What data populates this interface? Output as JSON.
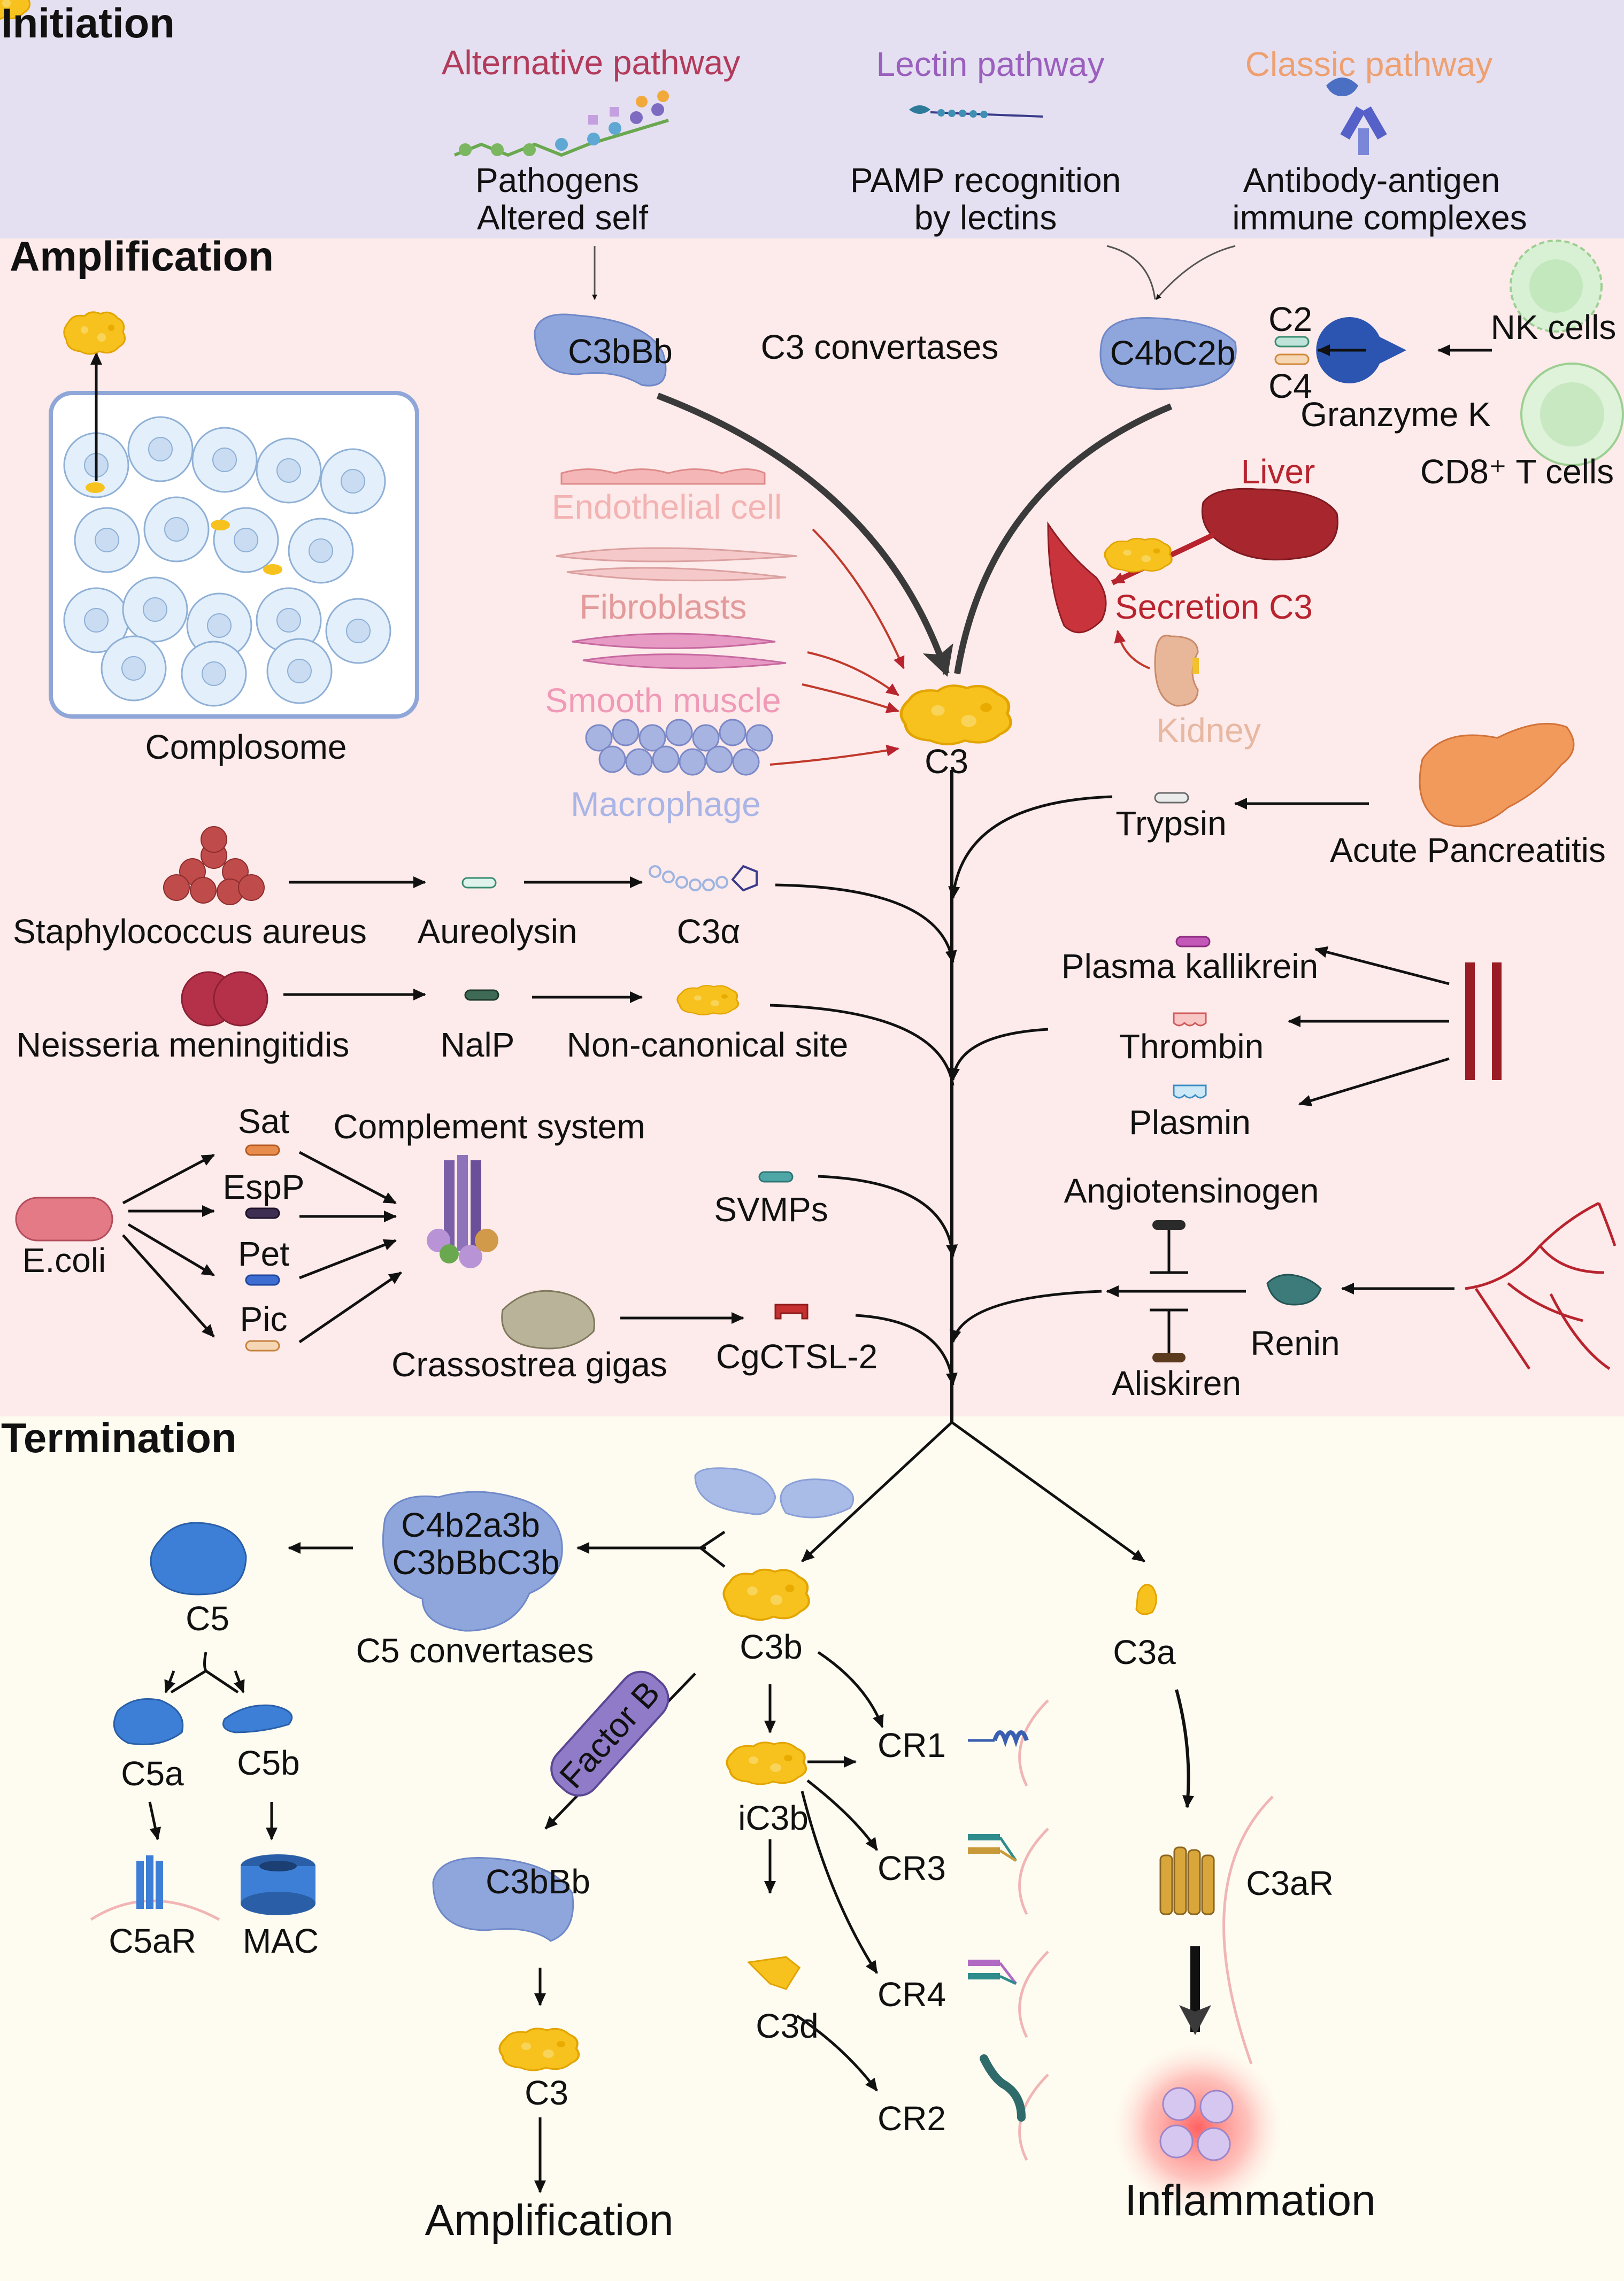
{
  "sections": {
    "initiation": "Initiation",
    "amplification": "Amplification",
    "termination": "Termination"
  },
  "pathways": {
    "alternative": {
      "title": "Alternative pathway",
      "line1": "Pathogens",
      "line2": "Altered self"
    },
    "lectin": {
      "title": "Lectin pathway",
      "line1": "PAMP recognition",
      "line2": "by lectins"
    },
    "classic": {
      "title": "Classic pathway",
      "line1": "Antibody-antigen",
      "line2": "immune complexes"
    }
  },
  "amplification": {
    "c3bbb": "C3bBb",
    "c3_convertases": "C3 convertases",
    "c4bc2b": "C4bC2b",
    "c2": "C2",
    "c4": "C4",
    "nk_cells": "NK cells",
    "granzyme_k": "Granzyme K",
    "cd8_t_cells": "CD8⁺ T cells",
    "complosome": "Complosome",
    "endothelial": "Endothelial cell",
    "fibroblasts": "Fibroblasts",
    "smooth_muscle": "Smooth muscle",
    "macrophage": "Macrophage",
    "liver": "Liver",
    "secretion_c3": "Secretion C3",
    "kidney": "Kidney",
    "c3": "C3",
    "trypsin": "Trypsin",
    "acute_pancreatitis": "Acute Pancreatitis",
    "staph": "Staphylococcus aureus",
    "aureolysin": "Aureolysin",
    "c3alpha": "C3α",
    "neisseria": "Neisseria meningitidis",
    "nalp": "NalP",
    "noncanonical": "Non-canonical site",
    "plasma_kallikrein": "Plasma kallikrein",
    "thrombin": "Thrombin",
    "plasmin": "Plasmin",
    "sat": "Sat",
    "espp": "EspP",
    "pet": "Pet",
    "pic": "Pic",
    "ecoli": "E.coli",
    "complement_system": "Complement system",
    "svmps": "SVMPs",
    "crassostrea": "Crassostrea gigas",
    "cgctsl2": "CgCTSL-2",
    "angiotensinogen": "Angiotensinogen",
    "aliskiren": "Aliskiren",
    "renin": "Renin"
  },
  "termination": {
    "c5conv_line1": "C4b2a3b",
    "c5conv_line2": "C3bBbC3b",
    "c5_convertases": "C5 convertases",
    "c5": "C5",
    "c5a": "C5a",
    "c5b": "C5b",
    "c5ar": "C5aR",
    "mac": "MAC",
    "factor_b": "Factor B",
    "c3b": "C3b",
    "c3bbb": "C3bBb",
    "c3": "C3",
    "amplification": "Amplification",
    "ic3b": "iC3b",
    "c3d": "C3d",
    "cr1": "CR1",
    "cr3": "CR3",
    "cr4": "CR4",
    "cr2": "CR2",
    "c3a": "C3a",
    "c3ar": "C3aR",
    "inflammation": "Inflammation"
  },
  "colors": {
    "initiation_bg": "#e4e0f1",
    "amplification_bg": "#fdeaea",
    "termination_bg": "#fefcf0",
    "alternative": "#b23a5a",
    "lectin": "#9b5fbe",
    "classic": "#eea070",
    "c3_yellow": "#f7c21d",
    "convertase_blue": "#8fa6dc",
    "liver_red": "#b8242e",
    "c5_blue": "#3d7fd6"
  },
  "icons": [
    "c3-protein-icon",
    "complosome-cells-icon",
    "liver-icon",
    "kidney-icon",
    "blood-vessel-icon",
    "pancreas-icon",
    "bacteria-icon",
    "nk-cell-icon",
    "t-cell-icon",
    "granzyme-icon",
    "receptor-icon",
    "mac-pore-icon",
    "oyster-icon",
    "vessel-tree-icon",
    "inflamed-cells-icon"
  ]
}
